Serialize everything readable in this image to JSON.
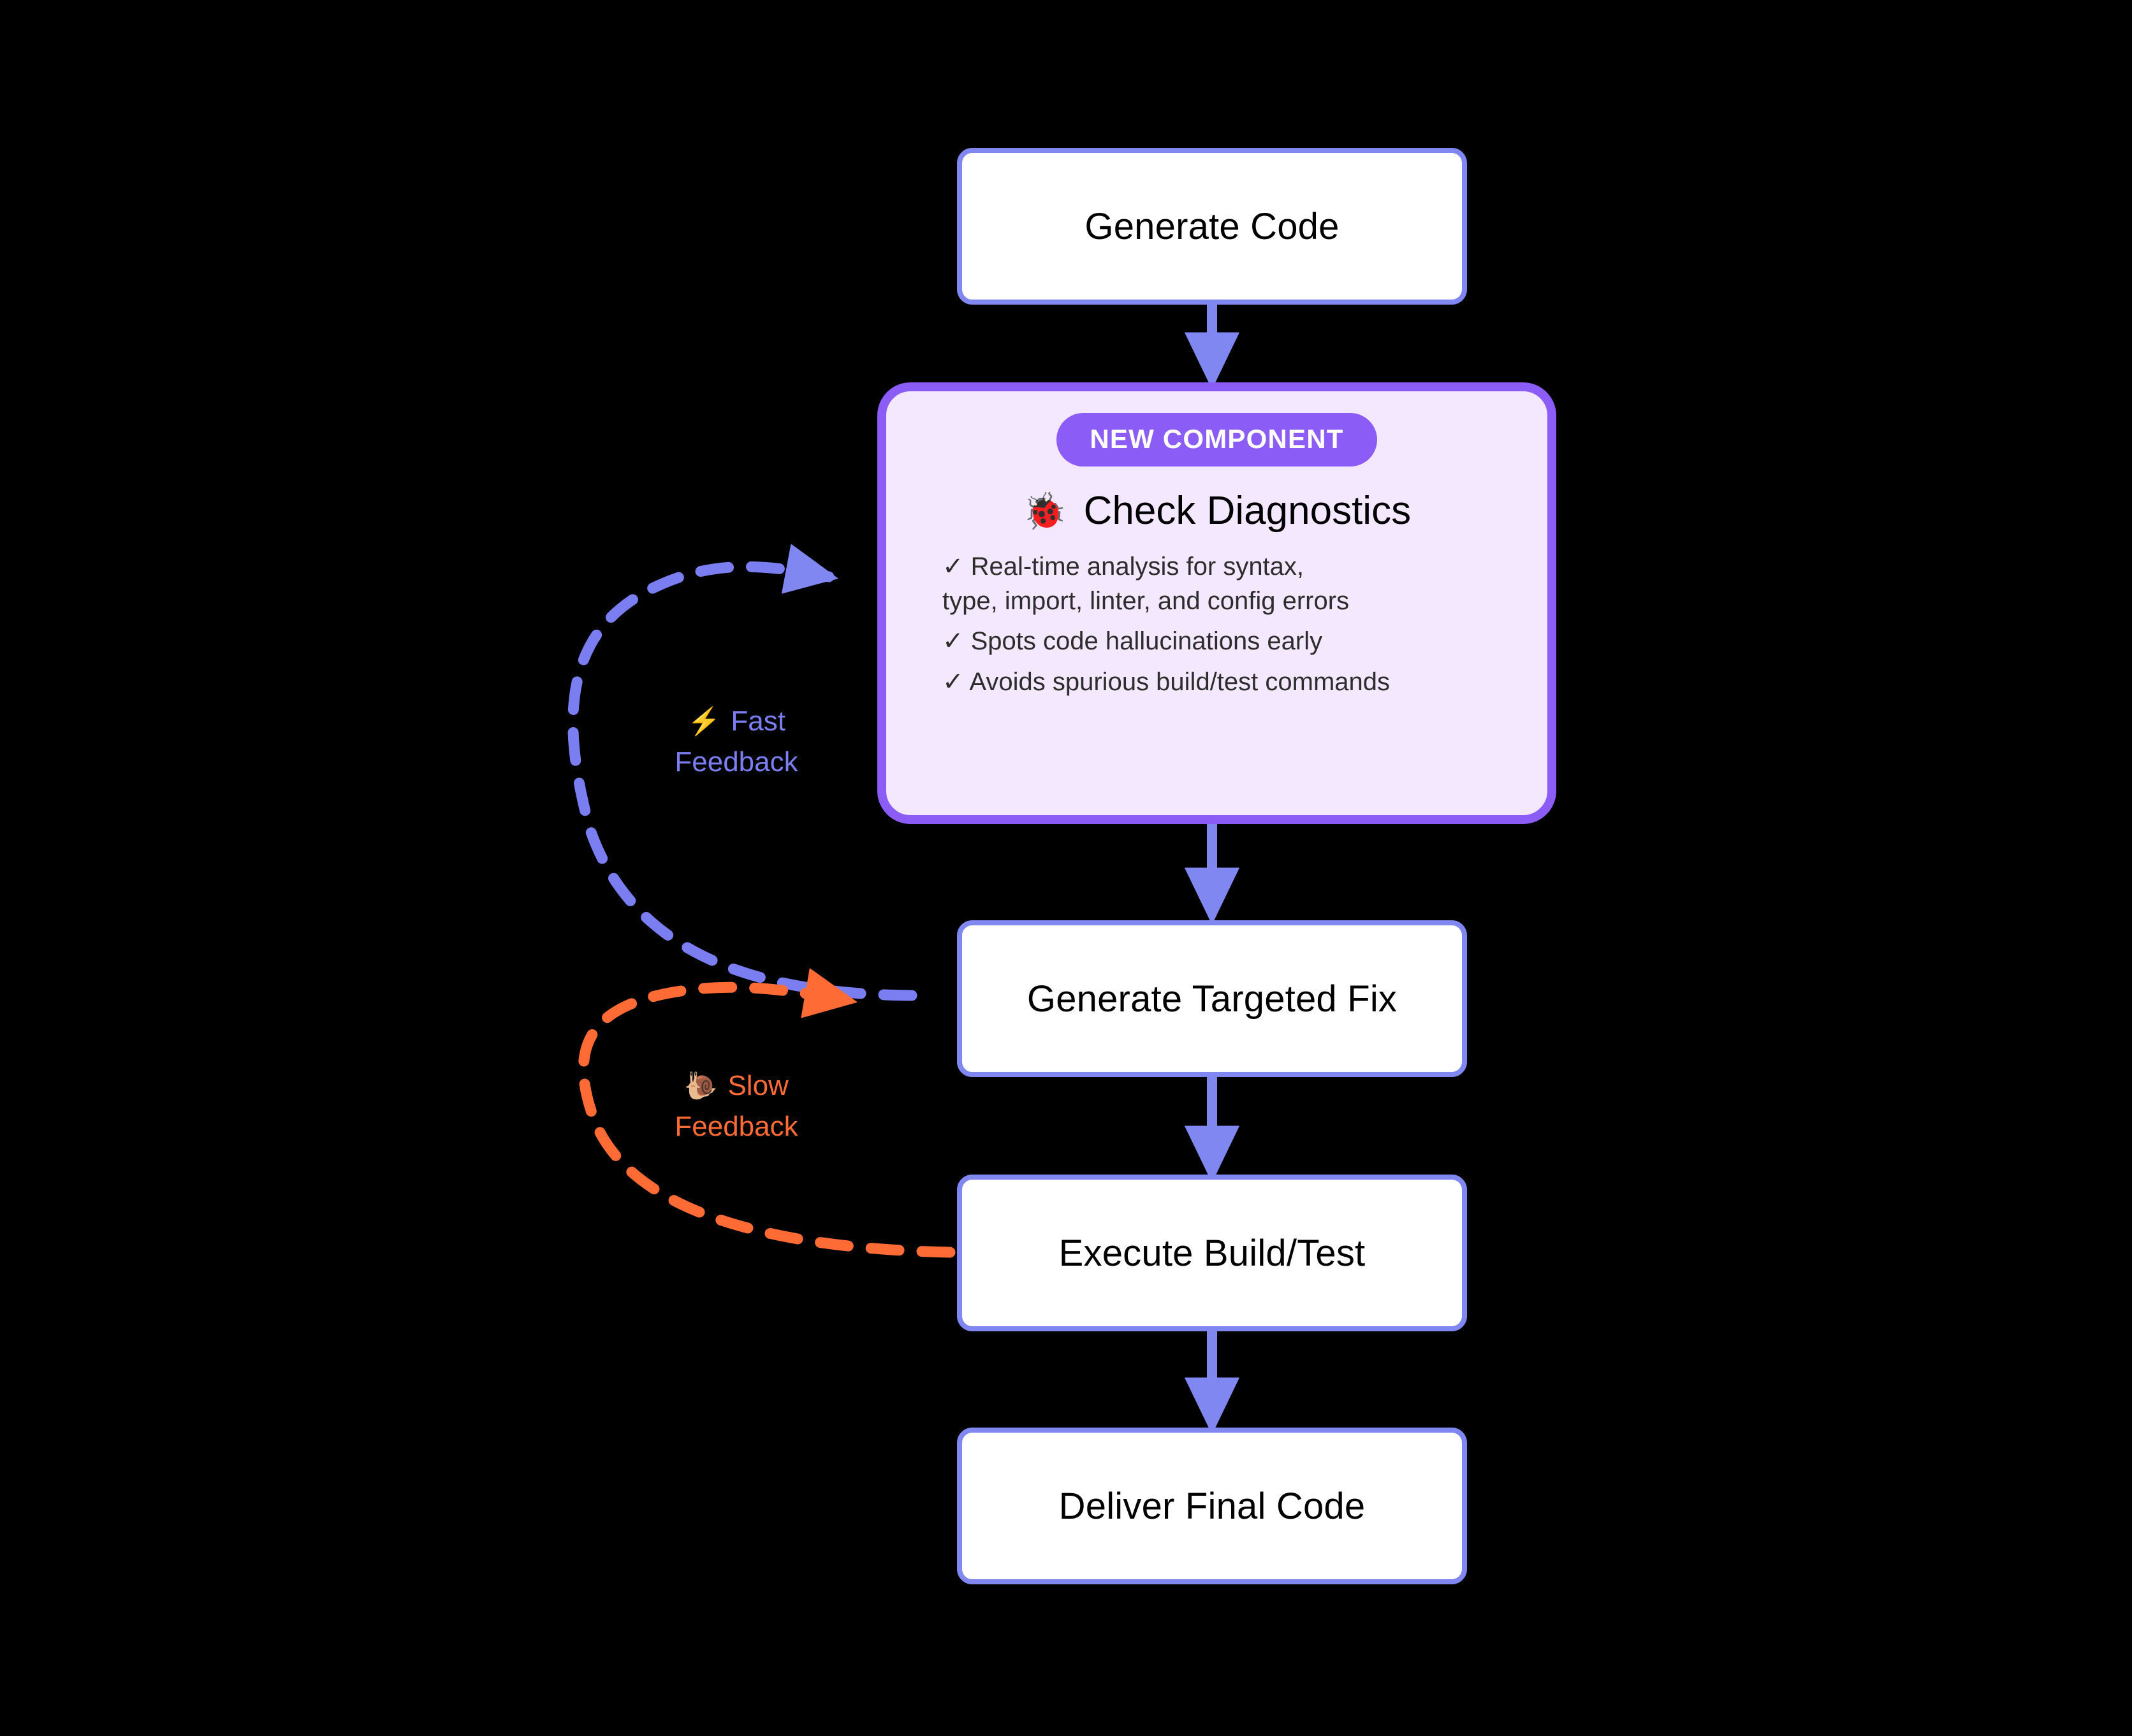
{
  "diagram": {
    "title": "Code generation loop with diagnostics component",
    "background_color": "#000000",
    "colors": {
      "node_border": "#8187f0",
      "node_fill": "#ffffff",
      "node_text": "#000000",
      "highlight_border": "#8b5cf6",
      "highlight_fill": "#f3e8ff",
      "badge_fill": "#8b5cf6",
      "badge_text": "#ffffff",
      "bullet_text": "#2d2d2d",
      "fast_feedback": "#7b7ef0",
      "slow_feedback": "#ff6b35",
      "arrow": "#8187f0"
    }
  },
  "nodes": [
    {
      "id": "generate-code",
      "label": "Generate Code"
    },
    {
      "id": "generate-targeted-fix",
      "label": "Generate Targeted Fix"
    },
    {
      "id": "execute-build-test",
      "label": "Execute Build/Test"
    },
    {
      "id": "deliver-final-code",
      "label": "Deliver Final Code"
    }
  ],
  "highlight_node": {
    "id": "check-diagnostics",
    "badge": "NEW COMPONENT",
    "emoji": "🐞",
    "emoji_name": "ladybug-icon",
    "title": "Check Diagnostics",
    "bullets": [
      "✓ Real-time analysis for syntax,\n   type, import, linter, and config errors",
      "✓ Spots code hallucinations early",
      "✓ Avoids spurious build/test commands"
    ]
  },
  "loops": {
    "fast": {
      "emoji": "⚡",
      "emoji_name": "lightning-bolt-icon",
      "line1": "Fast",
      "line2": "Feedback",
      "from": "generate-targeted-fix",
      "to": "check-diagnostics",
      "style": "dashed"
    },
    "slow": {
      "emoji": "🐌",
      "emoji_name": "snail-icon",
      "line1": "Slow",
      "line2": "Feedback",
      "from": "execute-build-test",
      "to": "generate-targeted-fix",
      "style": "dashed"
    }
  },
  "edges": [
    {
      "from": "generate-code",
      "to": "check-diagnostics"
    },
    {
      "from": "check-diagnostics",
      "to": "generate-targeted-fix"
    },
    {
      "from": "generate-targeted-fix",
      "to": "execute-build-test"
    },
    {
      "from": "execute-build-test",
      "to": "deliver-final-code"
    }
  ]
}
